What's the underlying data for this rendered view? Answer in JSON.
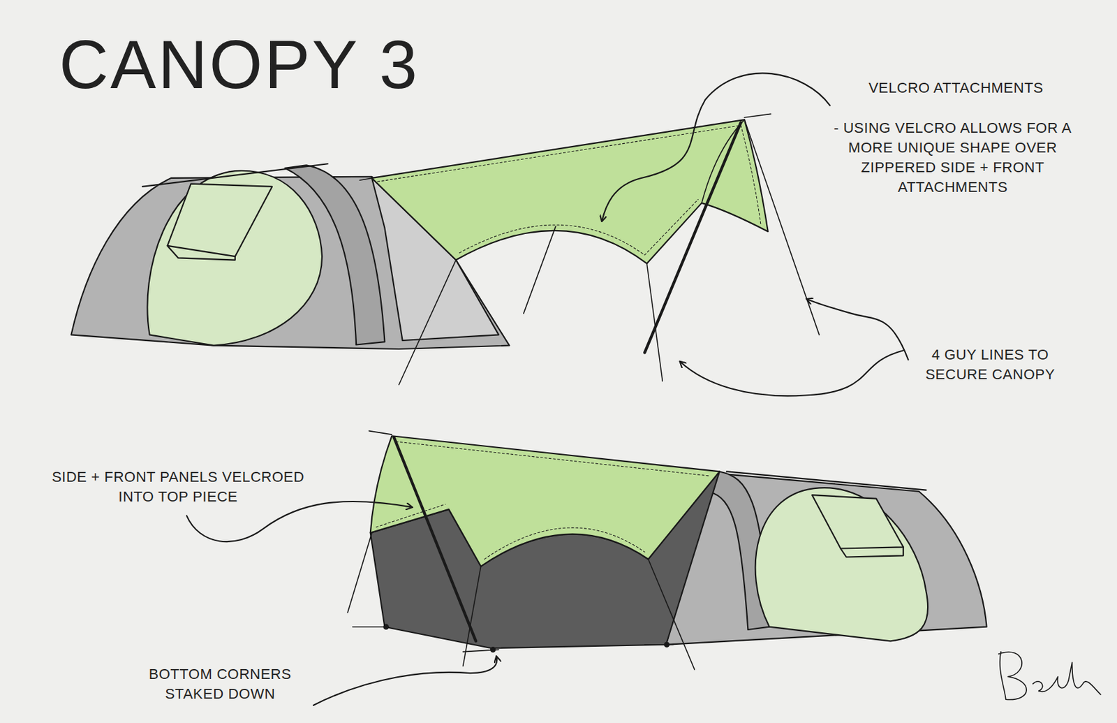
{
  "diagram": {
    "title": "CANOPY 3",
    "labels": [
      "VELCRO ATTACHMENTS",
      "- USING VELCRO ALLOWS FOR A MORE UNIQUE SHAPE OVER ZIPPERED SIDE + FRONT ATTACHMENTS",
      "4 GUY LINES TO SECURE CANOPY",
      "SIDE + FRONT PANELS VELCROED INTO TOP PIECE",
      "BOTTOM CORNERS STAKED DOWN"
    ]
  }
}
